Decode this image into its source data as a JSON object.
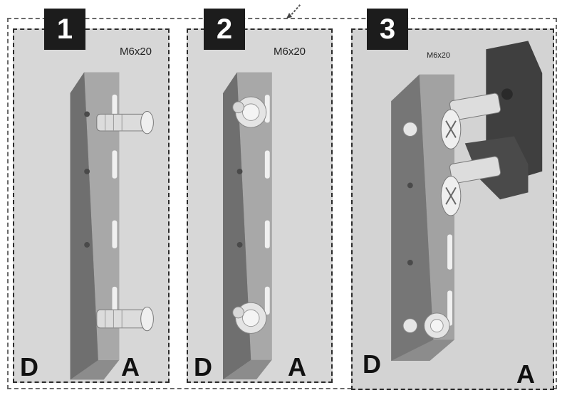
{
  "panels": [
    {
      "step": "1",
      "screw": "M6x20",
      "left_letter": "D",
      "right_letter": "A"
    },
    {
      "step": "2",
      "screw": "M6x20",
      "left_letter": "D",
      "right_letter": "A"
    },
    {
      "step": "3",
      "screw": "M6x20",
      "left_letter": "D",
      "right_letter": "A"
    }
  ],
  "colors": {
    "panel_bg": "#d6d6d6",
    "bracket": "#8f8f8f",
    "screw": "#e6e6e6",
    "block": "#3d3d3d"
  }
}
